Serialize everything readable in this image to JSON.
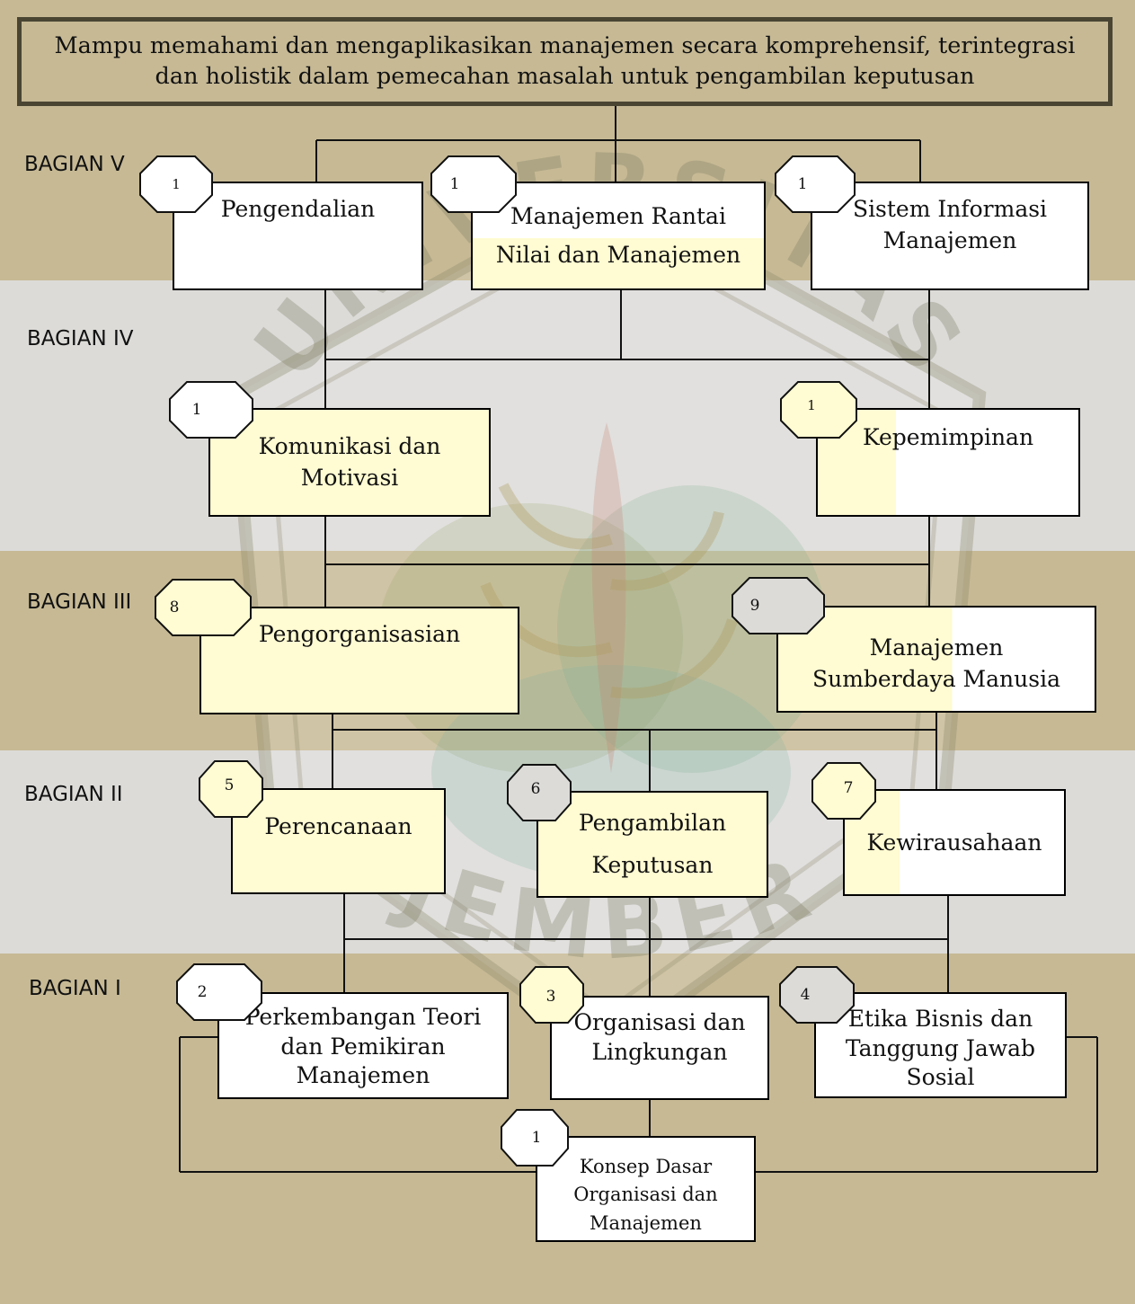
{
  "title": "Mampu memahami dan mengaplikasikan manajemen secara komprehensif, terintegrasi dan holistik dalam pemecahan masalah untuk pengambilan keputusan",
  "sections": [
    "BAGIAN V",
    "BAGIAN IV",
    "BAGIAN III",
    "BAGIAN II",
    "BAGIAN I"
  ],
  "watermark": {
    "top_text": "UNIVERSITAS",
    "bottom_text": "JEMBER"
  },
  "colors": {
    "tan": "#c6b994",
    "grey": "#dcdbd8",
    "box_yellow": "#fffbd2",
    "box_white": "#ffffff"
  },
  "boxes": {
    "pengendalian": {
      "badge": "1",
      "lines": [
        "Pengendalian"
      ]
    },
    "rantai_nilai": {
      "badge": "1",
      "lines": [
        "Manajemen Rantai",
        "Nilai dan Manajemen"
      ]
    },
    "sim": {
      "badge": "1",
      "lines": [
        "Sistem Informasi",
        "Manajemen"
      ]
    },
    "komunikasi": {
      "badge": "1",
      "lines": [
        "Komunikasi dan",
        "Motivasi"
      ]
    },
    "kepemimpinan": {
      "badge": "1",
      "lines": [
        "Kepemimpinan"
      ]
    },
    "pengorganisasian": {
      "badge": "8",
      "lines": [
        "Pengorganisasian"
      ]
    },
    "msdm": {
      "badge": "9",
      "lines": [
        "Manajemen",
        "Sumberdaya Manusia"
      ]
    },
    "perencanaan": {
      "badge": "5",
      "lines": [
        "Perencanaan"
      ]
    },
    "pengambilan": {
      "badge": "6",
      "lines": [
        "Pengambilan",
        "Keputusan"
      ]
    },
    "kewirausahaan": {
      "badge": "7",
      "lines": [
        "Kewirausahaan"
      ]
    },
    "perkembangan": {
      "badge": "2",
      "lines": [
        "Perkembangan Teori",
        "dan Pemikiran",
        "Manajemen"
      ]
    },
    "organisasi_lingkungan": {
      "badge": "3",
      "lines": [
        "Organisasi dan",
        "Lingkungan"
      ]
    },
    "etika": {
      "badge": "4",
      "lines": [
        "Etika Bisnis dan",
        "Tanggung Jawab",
        "Sosial"
      ]
    },
    "konsep_dasar": {
      "badge": "1",
      "lines": [
        "Konsep Dasar",
        "Organisasi dan",
        "Manajemen"
      ]
    }
  }
}
